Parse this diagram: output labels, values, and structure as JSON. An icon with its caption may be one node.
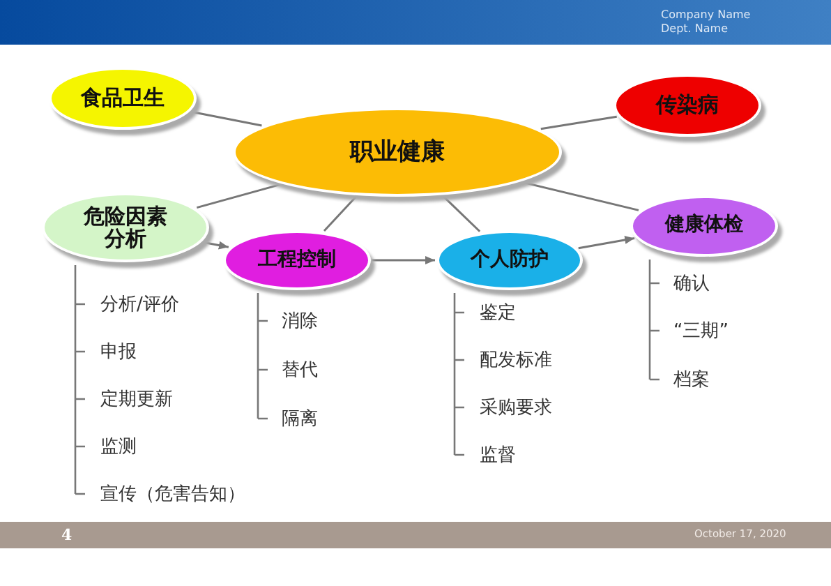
{
  "diagram": {
    "nodes": [
      {
        "text": [
          "职业健康"
        ]
      },
      {
        "text": [
          "食品卫生"
        ]
      },
      {
        "text": [
          "传染病"
        ]
      },
      {
        "text": [
          "危险因素分析"
        ],
        "beside": [
          "分析/评价",
          "申报",
          "定期更新",
          "监测",
          "宣传（危害告知）"
        ]
      },
      {
        "text": [
          "工程控制"
        ],
        "beside": [
          "消除",
          "替代",
          "隔离"
        ]
      },
      {
        "text": [
          "个人防护"
        ],
        "beside": [
          "鉴定",
          "配发标准",
          "采购要求",
          "监督"
        ]
      },
      {
        "text": [
          "健康体检"
        ],
        "beside": [
          "确认",
          "“三期”",
          "档案"
        ]
      }
    ],
    "edges": [
      {
        "from": 0,
        "to": 1,
        "arrow": "none"
      },
      {
        "from": 0,
        "to": 2,
        "arrow": "none"
      },
      {
        "from": 0,
        "to": 3,
        "arrow": "none"
      },
      {
        "from": 0,
        "to": 4,
        "arrow": "none"
      },
      {
        "from": 0,
        "to": 5,
        "arrow": "none"
      },
      {
        "from": 0,
        "to": 6,
        "arrow": "none"
      },
      {
        "from": 3,
        "to": 4,
        "arrow": "to"
      },
      {
        "from": 4,
        "to": 5,
        "arrow": "to"
      },
      {
        "from": 5,
        "to": 6,
        "arrow": "to"
      }
    ],
    "labels": [
      "Company Name",
      "Dept. Name",
      "4",
      "October 17, 2020"
    ]
  }
}
